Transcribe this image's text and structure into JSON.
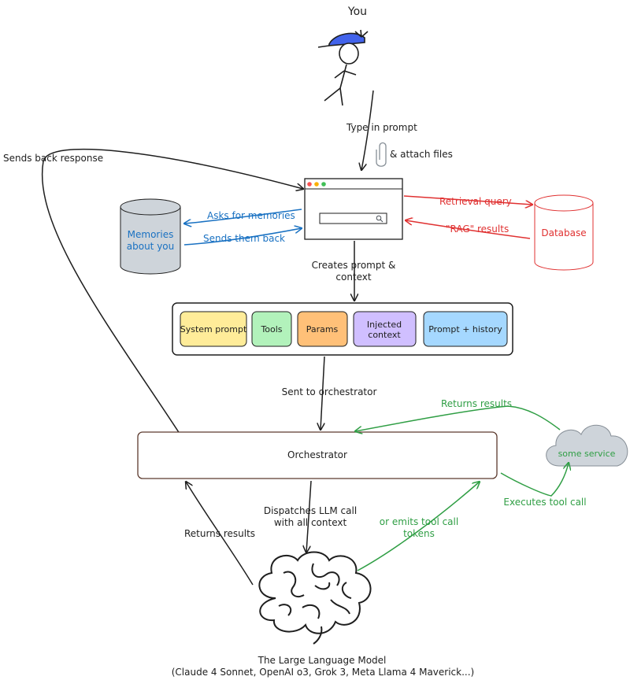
{
  "actor": {
    "label": "You"
  },
  "labels": {
    "type_prompt": "Type in prompt",
    "attach_files": "& attach files",
    "sends_back": "Sends back response",
    "asks_memories": "Asks for memories",
    "sends_them_back": "Sends them back",
    "retrieval_query": "Retrieval query",
    "rag_results": "\"RAG\" results",
    "creates_prompt_1": "Creates prompt &",
    "creates_prompt_2": "context",
    "sent_to_orchestrator": "Sent to orchestrator",
    "returns_results_service": "Returns results",
    "dispatches_1": "Dispatches LLM call",
    "dispatches_2": "with all context",
    "returns_results_llm": "Returns results",
    "emits_1": "or emits tool call",
    "emits_2": "tokens",
    "executes_tool": "Executes tool call"
  },
  "memories": {
    "line1": "Memories",
    "line2": "about you"
  },
  "database": {
    "label": "Database"
  },
  "context_chips": [
    {
      "label": "System prompt",
      "color": "#ffec99"
    },
    {
      "label": "Tools",
      "color": "#b2f2bb"
    },
    {
      "label": "Params",
      "color": "#ffc078"
    },
    {
      "label_1": "Injected",
      "label_2": "context",
      "color": "#d0bfff"
    },
    {
      "label": "Prompt + history",
      "color": "#a5d8ff"
    }
  ],
  "orchestrator": {
    "label": "Orchestrator"
  },
  "service": {
    "label": "some service"
  },
  "llm": {
    "line1": "The Large Language Model",
    "line2": "(Claude 4 Sonnet, OpenAI o3, Grok 3, Meta Llama 4 Maverick...)"
  },
  "colors": {
    "blue": "#1971c2",
    "red": "#e03131",
    "green": "#2f9e44",
    "cylinder_fill": "#ced4da",
    "cloud_fill": "#ced4da",
    "orchestrator_border": "#5c3a2e"
  }
}
